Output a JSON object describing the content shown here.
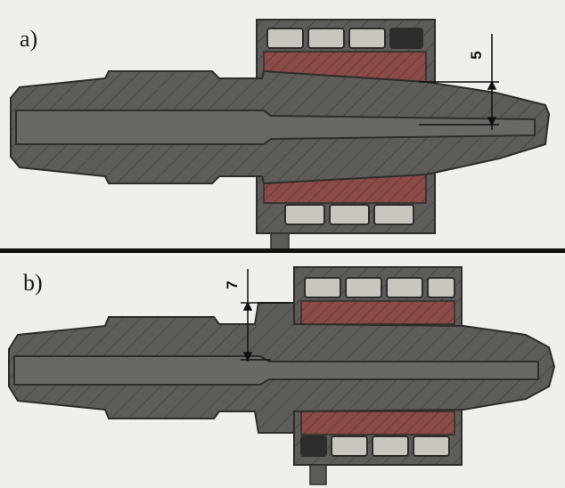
{
  "figure": {
    "panels": [
      {
        "label": "a)",
        "dimension": "5"
      },
      {
        "label": "b)",
        "dimension": "7"
      }
    ]
  },
  "colors": {
    "background": "#efefeb",
    "steel": "#5e5c58",
    "steel_dark": "#2e2d2b",
    "bore": "#6a6864",
    "coil": "#8a4a48",
    "roller": "#c9c6c0",
    "divider": "#111111"
  }
}
